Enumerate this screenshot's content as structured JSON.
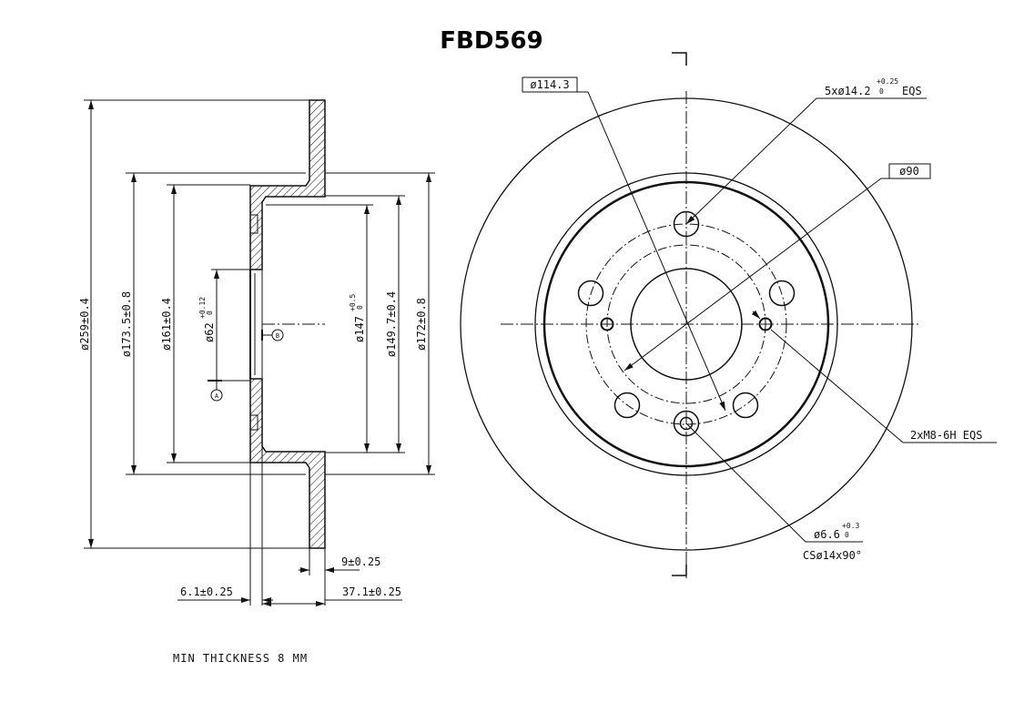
{
  "title": "FBD569",
  "note": "MIN THICKNESS 8 MM",
  "side_view": {
    "d_outer": "ø259±0.4",
    "d_173": "ø173.5±0.8",
    "d_161": "ø161±0.4",
    "d_62": "ø62",
    "d_62_tol_upper": "+0.12",
    "d_62_tol_lower": "0",
    "d_147": "ø147",
    "d_147_tol_upper": "+0.5",
    "d_147_tol_lower": "0",
    "d_149": "ø149.7±0.4",
    "d_172": "ø172±0.8",
    "thickness": "9±0.25",
    "hub_thickness": "6.1±0.25",
    "height": "37.1±0.25",
    "datum_a": "A",
    "datum_b": "B"
  },
  "front_view": {
    "pcd": "ø114.3",
    "holes": "5xø14.2",
    "holes_tol_upper": "+0.25",
    "holes_tol_lower": "0",
    "holes_suffix": "EQS",
    "center_bore": "ø90",
    "threads": "2xM8-6H EQS",
    "small_hole": "ø6.6",
    "small_hole_tol_upper": "+0.3",
    "small_hole_tol_lower": "0",
    "countersink": "CSø14x90°"
  }
}
